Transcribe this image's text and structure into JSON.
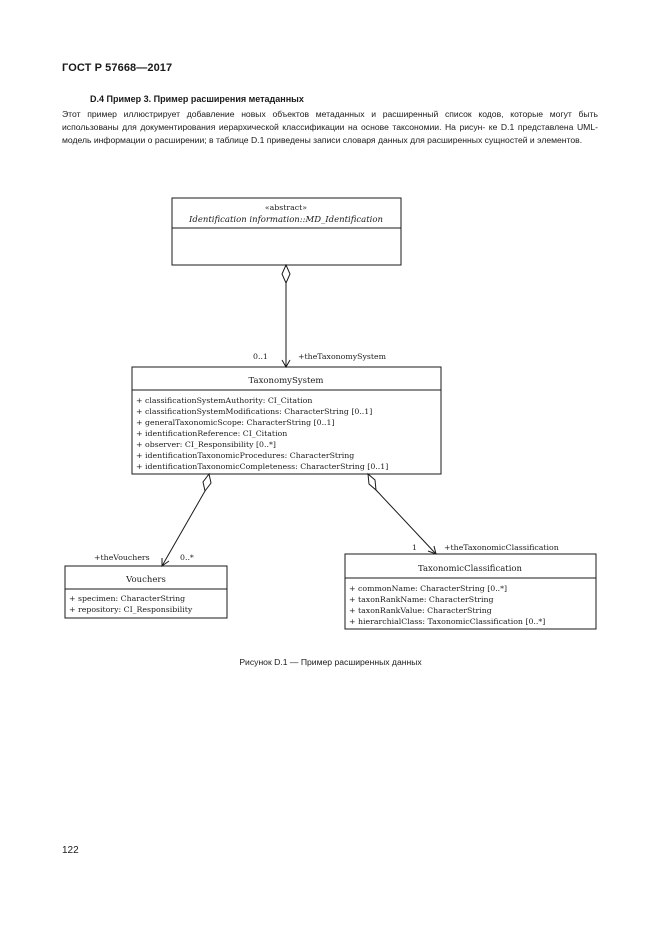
{
  "header": {
    "doc_id": "ГОСТ Р 57668—2017"
  },
  "section": {
    "title": "D.4 Пример 3. Пример расширения метаданных",
    "lines": [
      "Этот пример иллюстрирует добавление новых объектов метаданных и расширенный список кодов, которые",
      "могут быть использованы для документирования иерархической классификации на основе таксономии. На рисун-",
      "ке D.1 представлена UML-модель информации о расширении; в таблице D.1 приведены записи словаря данных",
      "для расширенных сущностей и элементов."
    ]
  },
  "diagram": {
    "abstract": {
      "stereotype": "«abstract»",
      "name": "Identification information::MD_Identification"
    },
    "taxonomy": {
      "name": "TaxonomySystem",
      "attributes": [
        "+ classificationSystemAuthority: CI_Citation",
        "+ classificationSystemModifications: CharacterString [0..1]",
        "+ generalTaxonomicScope: CharacterString [0..1]",
        "+ identificationReference: CI_Citation",
        "+ observer: CI_Responsibility [0..*]",
        "+ identificationTaxonomicProcedures: CharacterString",
        "+ identificationTaxonomicCompleteness: CharacterString [0..1]"
      ]
    },
    "vouchers": {
      "name": "Vouchers",
      "attributes": [
        "+ specimen: CharacterString",
        "+ repository: CI_Responsibility"
      ]
    },
    "classification": {
      "name": "TaxonomicClassification",
      "attributes": [
        "+ commonName: CharacterString [0..*]",
        "+ taxonRankName: CharacterString",
        "+ taxonRankValue: CharacterString",
        "+ hierarchialClass: TaxonomicClassification [0..*]"
      ]
    },
    "labels": {
      "mult_taxonomy": "0..1",
      "role_taxonomy": "+theTaxonomySystem",
      "role_vouchers": "+theVouchers",
      "mult_vouchers": "0..*",
      "mult_classification": "1",
      "role_classification": "+theTaxonomicClassification"
    }
  },
  "caption": "Рисунок D.1 — Пример расширенных данных",
  "page_number": "122"
}
